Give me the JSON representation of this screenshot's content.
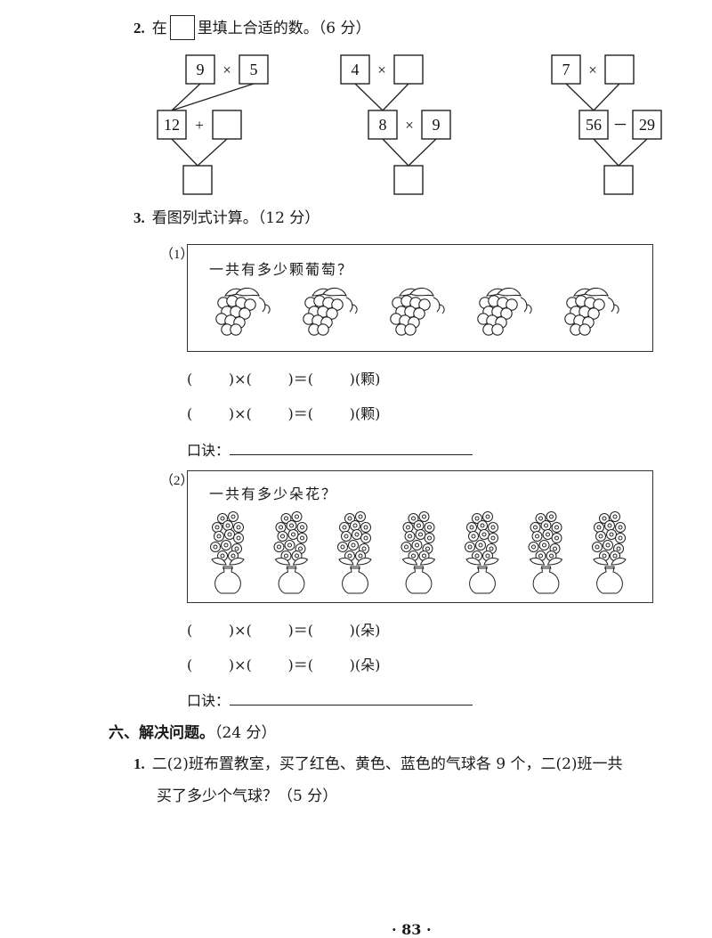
{
  "q2": {
    "number": "2.",
    "text_before": "在",
    "text_after": "里填上合适的数。（6 分）",
    "trees": [
      {
        "top": [
          "9",
          "×",
          "5"
        ],
        "middle": [
          "12",
          "+",
          ""
        ],
        "bottom": ""
      },
      {
        "top": [
          "4",
          "×",
          ""
        ],
        "middle": [
          "8",
          "×",
          "9"
        ],
        "bottom": ""
      },
      {
        "top": [
          "7",
          "×",
          ""
        ],
        "middle": [
          "56",
          "－",
          "29"
        ],
        "bottom": ""
      }
    ]
  },
  "q3": {
    "number": "3.",
    "title": "看图列式计算。（12 分）",
    "parts": [
      {
        "label": "（1）",
        "question": "一共有多少颗葡萄？",
        "item_icon": "grape-icon",
        "item_count": 5,
        "equation_line": "(        )×(        )＝(        )(颗)",
        "koujue_label": "口诀："
      },
      {
        "label": "（2）",
        "question": "一共有多少朵花？",
        "item_icon": "flower-vase-icon",
        "item_count": 7,
        "equation_line": "(        )×(        )＝(        )(朵)",
        "koujue_label": "口诀："
      }
    ]
  },
  "section6": {
    "title": "六、解决问题。",
    "score": "（24 分）",
    "problem1": {
      "number": "1.",
      "line1": "二(2)班布置教室，买了红色、黄色、蓝色的气球各 9 个，二(2)班一共",
      "line2": "买了多少个气球？（5 分）"
    }
  },
  "page_number": "· 83 ·"
}
